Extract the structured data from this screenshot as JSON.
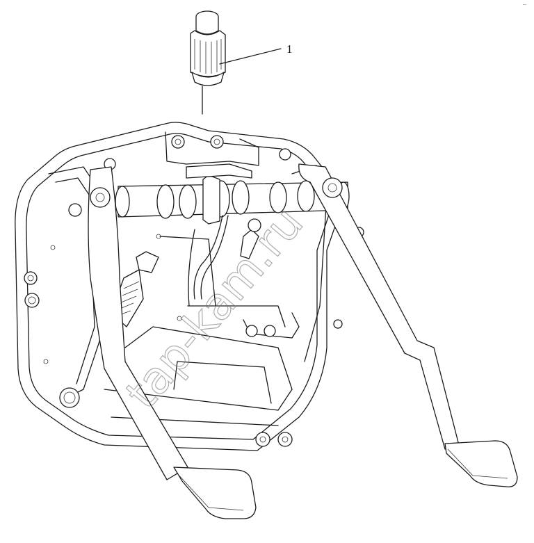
{
  "diagram": {
    "callouts": [
      {
        "label": "1",
        "part": "switch-sensor"
      }
    ],
    "corner_mark": "—",
    "watermark": "tap-kam.ru"
  }
}
